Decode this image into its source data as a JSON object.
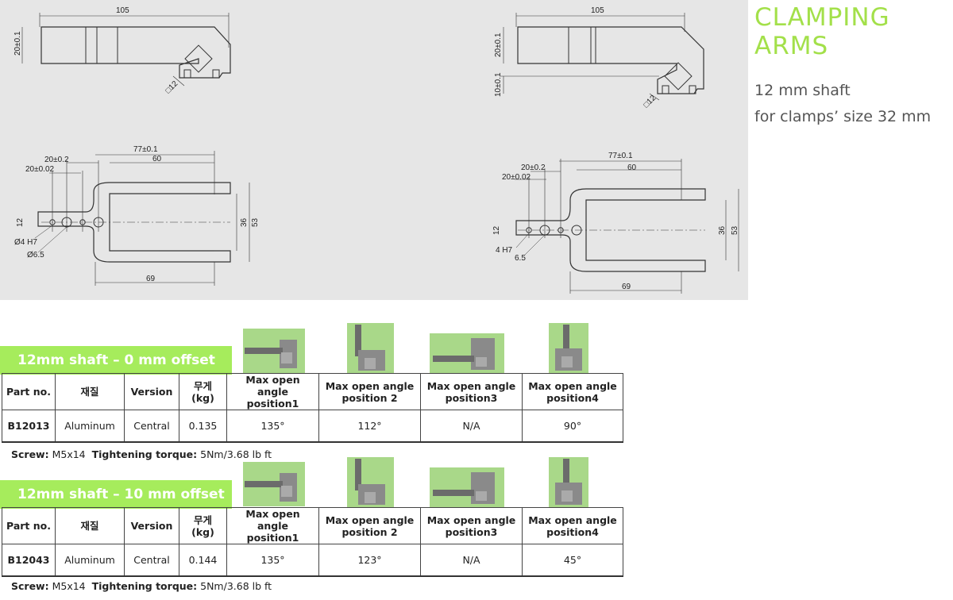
{
  "heading": {
    "line1": "CLAMPING",
    "line2": "ARMS"
  },
  "subheading": {
    "line1": "12 mm shaft",
    "line2": "for clamps’ size 32 mm"
  },
  "drawings": {
    "left": {
      "side_width": "105",
      "side_height": "20±0.1",
      "square": "□12",
      "top_len_outer": "77±0.1",
      "top_len_inner": "60",
      "pos_a": "20±0.2",
      "pos_b": "20±0.02",
      "shank_w": "12",
      "inner_w": "36",
      "outer_w": "53",
      "hole_small": "Ø4 H7",
      "hole_big": "Ø6.5",
      "bottom_len": "69"
    },
    "right": {
      "side_width": "105",
      "side_height": "20±0.1",
      "offset": "10±0.1",
      "square": "□12",
      "top_len_outer": "77±0.1",
      "top_len_inner": "60",
      "pos_a": "20±0.2",
      "pos_b": "20±0.02",
      "shank_w": "12",
      "inner_w": "36",
      "outer_w": "53",
      "hole_small": "4 H7",
      "hole_big": "6.5",
      "bottom_len": "69"
    }
  },
  "headers": {
    "part_no": "Part no.",
    "material": "재질",
    "version": "Version",
    "weight_l1": "무게",
    "weight_l2": "(kg)",
    "pos1_l1": "Max open angle",
    "pos1_l2": "position1",
    "pos2_l1": "Max open angle",
    "pos2_l2": "position 2",
    "pos3_l1": "Max open angle",
    "pos3_l2": "position3",
    "pos4_l1": "Max open angle",
    "pos4_l2": "position4"
  },
  "sections": [
    {
      "title": "12mm shaft – 0 mm offset",
      "row": {
        "part_no": "B12013",
        "material": "Aluminum",
        "version": "Central",
        "weight": "0.135",
        "pos1": "135°",
        "pos2": "112°",
        "pos3": "N/A",
        "pos4": "90°"
      },
      "screw_label": "Screw:",
      "screw_value": "M5x14",
      "torque_label": "Tightening torque:",
      "torque_value": "5Nm/3.68 lb ft"
    },
    {
      "title": "12mm shaft – 10 mm offset",
      "row": {
        "part_no": "B12043",
        "material": "Aluminum",
        "version": "Central",
        "weight": "0.144",
        "pos1": "135°",
        "pos2": "123°",
        "pos3": "N/A",
        "pos4": "45°"
      },
      "screw_label": "Screw:",
      "screw_value": "M5x14",
      "torque_label": "Tightening torque:",
      "torque_value": "5Nm/3.68 lb ft"
    }
  ],
  "colors": {
    "accent": "#a3e04a",
    "banner": "#a6ec5c",
    "panel": "#e6e6e6",
    "thumb": "#a9d889"
  }
}
